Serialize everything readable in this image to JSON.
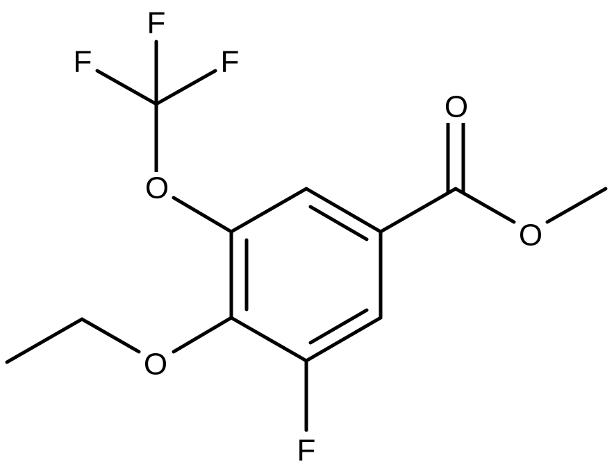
{
  "molecule": {
    "atoms": [
      {
        "id": "F_top",
        "label": "F"
      },
      {
        "id": "F_left",
        "label": "F"
      },
      {
        "id": "F_right",
        "label": "F"
      },
      {
        "id": "O_ether_cf3",
        "label": "O"
      },
      {
        "id": "O_carbonyl",
        "label": "O"
      },
      {
        "id": "O_ester",
        "label": "O"
      },
      {
        "id": "O_ethoxy",
        "label": "O"
      },
      {
        "id": "F_ring",
        "label": "F"
      }
    ]
  },
  "colors": {
    "bond": "#000000",
    "background": "#ffffff"
  }
}
